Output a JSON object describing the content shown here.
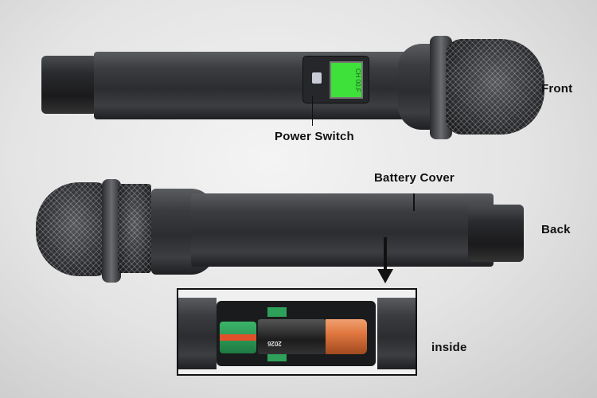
{
  "labels": {
    "front": "Front",
    "back": "Back",
    "power_switch": "Power Switch",
    "battery_cover": "Battery Cover",
    "inside": "inside"
  },
  "lcd": {
    "color": "#3ee03a",
    "line1": "CH",
    "line2": "00.F"
  },
  "battery": {
    "text": "2026"
  },
  "colors": {
    "mic_body": "#2c2d30",
    "battery_copper": "#e07840",
    "pcb_green": "#2fa05a"
  }
}
